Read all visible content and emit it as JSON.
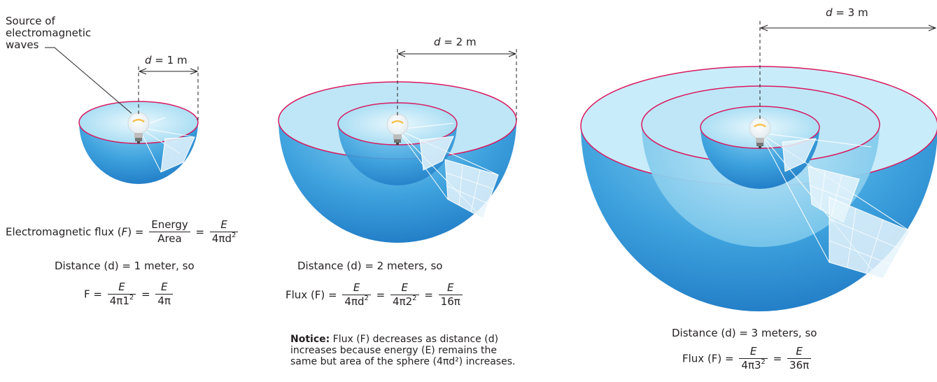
{
  "source_label": [
    "Source of",
    "electromagnetic",
    "waves"
  ],
  "distance_labels": {
    "d1": {
      "var": "d",
      "text": " = 1 m"
    },
    "d2": {
      "var": "d",
      "text": " = 2 m"
    },
    "d3": {
      "var": "d",
      "text": " = 3 m"
    }
  },
  "formula_main": {
    "prefix": "Electromagnetic flux (",
    "F": "F",
    "close_eq": ") =",
    "energy": "Energy",
    "area": "Area",
    "eq": "=",
    "E": "E",
    "den_prefix": "4πd",
    "exp": "2"
  },
  "panel1": {
    "distance_text": "Distance (d) = 1 meter, so",
    "F_label": "F =",
    "E": "E",
    "den1": "4π1",
    "exp1": "2",
    "eq": "=",
    "den2": "4π"
  },
  "panel2": {
    "distance_text": "Distance (d) = 2 meters, so",
    "flux_label": "Flux (F) =",
    "E": "E",
    "den1": "4πd",
    "exp1": "2",
    "den2": "4π2",
    "exp2": "2",
    "den3": "16π",
    "eq": "=",
    "notice_bold": "Notice:",
    "notice_lines": [
      " Flux (F) decreases as distance (d)",
      "increases because energy (E) remains the",
      "same but area of the sphere (4πd²) increases."
    ]
  },
  "panel3": {
    "distance_text": "Distance (d) = 3 meters, so",
    "flux_label": "Flux (F) =",
    "E": "E",
    "den1": "4π3",
    "exp1": "2",
    "den2": "36π",
    "eq": "="
  },
  "colors": {
    "sphere_blue": "#2f94d6",
    "sphere_light": "#c9ecfa",
    "rim": "#d81b60",
    "grid_patch": "#e6f4fb",
    "bulb_yellow": "#f6c04a"
  }
}
